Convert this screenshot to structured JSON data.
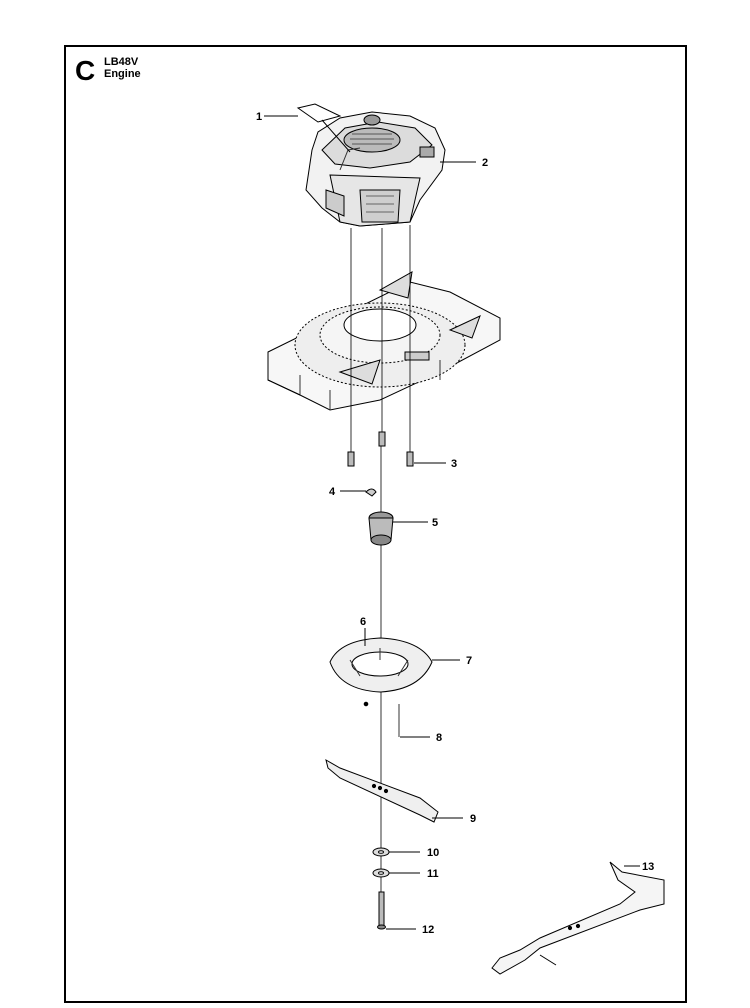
{
  "header": {
    "section_letter": "C",
    "model": "LB48V",
    "subtitle": "Engine"
  },
  "callouts": [
    "1",
    "2",
    "3",
    "4",
    "5",
    "6",
    "7",
    "8",
    "9",
    "10",
    "11",
    "12",
    "13"
  ]
}
